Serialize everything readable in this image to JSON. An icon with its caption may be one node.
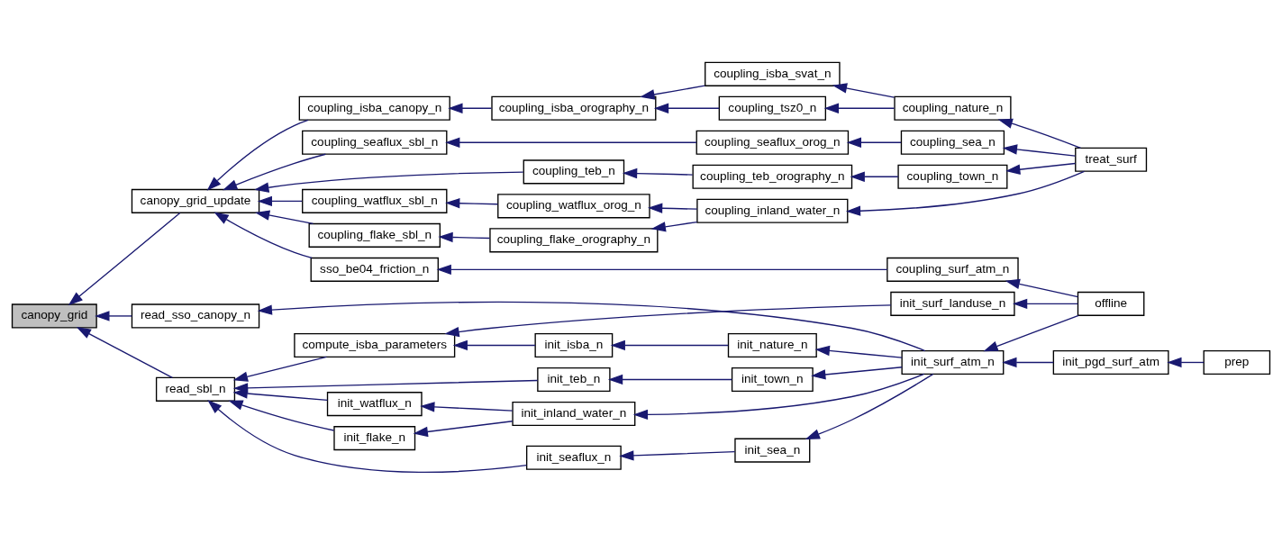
{
  "diagram": {
    "nodes": [
      {
        "text": [
          "canopy_grid"
        ]
      },
      {
        "text": [
          "canopy_grid_update"
        ]
      },
      {
        "text": [
          "read_sbl_n"
        ]
      },
      {
        "text": [
          "read_sso_canopy_n"
        ]
      },
      {
        "text": [
          "coupling_flake_sbl_n"
        ]
      },
      {
        "text": [
          "coupling_watflux_sbl_n"
        ]
      },
      {
        "text": [
          "coupling_isba_canopy_n"
        ]
      },
      {
        "text": [
          "coupling_seaflux_sbl_n"
        ]
      },
      {
        "text": [
          "coupling_teb_n"
        ]
      },
      {
        "text": [
          "sso_be04_friction_n"
        ]
      },
      {
        "text": [
          "coupling_flake_orography_n"
        ]
      },
      {
        "text": [
          "coupling_watflux_orog_n"
        ]
      },
      {
        "text": [
          "coupling_isba_orography_n"
        ]
      },
      {
        "text": [
          "coupling_inland_water_n"
        ]
      },
      {
        "text": [
          "coupling_isba_svat_n"
        ]
      },
      {
        "text": [
          "coupling_tsz0_n"
        ]
      },
      {
        "text": [
          "coupling_nature_n"
        ]
      },
      {
        "text": [
          "coupling_seaflux_orog_n"
        ]
      },
      {
        "text": [
          "coupling_sea_n"
        ]
      },
      {
        "text": [
          "coupling_teb_orography_n"
        ]
      },
      {
        "text": [
          "coupling_town_n"
        ]
      },
      {
        "text": [
          "coupling_surf_atm_n"
        ]
      },
      {
        "text": [
          "treat_surf"
        ]
      },
      {
        "text": [
          "compute_isba_parameters"
        ]
      },
      {
        "text": [
          "init_flake_n"
        ]
      },
      {
        "text": [
          "init_watflux_n"
        ]
      },
      {
        "text": [
          "init_seaflux_n"
        ]
      },
      {
        "text": [
          "init_teb_n"
        ]
      },
      {
        "text": [
          "init_isba_n"
        ]
      },
      {
        "text": [
          "init_inland_water_n"
        ]
      },
      {
        "text": [
          "init_sea_n"
        ]
      },
      {
        "text": [
          "init_town_n"
        ]
      },
      {
        "text": [
          "init_nature_n"
        ]
      },
      {
        "text": [
          "init_surf_landuse_n"
        ]
      },
      {
        "text": [
          "init_surf_atm_n"
        ]
      },
      {
        "text": [
          "offline"
        ]
      },
      {
        "text": [
          "init_pgd_surf_atm"
        ]
      },
      {
        "text": [
          "prep"
        ]
      }
    ],
    "edges": [
      {
        "from": 1,
        "to": 0,
        "arrow": "to"
      },
      {
        "from": 2,
        "to": 0,
        "arrow": "to"
      },
      {
        "from": 3,
        "to": 0,
        "arrow": "to"
      },
      {
        "from": 4,
        "to": 1,
        "arrow": "to"
      },
      {
        "from": 5,
        "to": 1,
        "arrow": "to"
      },
      {
        "from": 6,
        "to": 1,
        "arrow": "to"
      },
      {
        "from": 7,
        "to": 1,
        "arrow": "to"
      },
      {
        "from": 8,
        "to": 1,
        "arrow": "to"
      },
      {
        "from": 9,
        "to": 1,
        "arrow": "to"
      },
      {
        "from": 10,
        "to": 4,
        "arrow": "to"
      },
      {
        "from": 11,
        "to": 5,
        "arrow": "to"
      },
      {
        "from": 12,
        "to": 6,
        "arrow": "to"
      },
      {
        "from": 13,
        "to": 10,
        "arrow": "to"
      },
      {
        "from": 13,
        "to": 11,
        "arrow": "to"
      },
      {
        "from": 14,
        "to": 12,
        "arrow": "to"
      },
      {
        "from": 15,
        "to": 12,
        "arrow": "to"
      },
      {
        "from": 16,
        "to": 14,
        "arrow": "to"
      },
      {
        "from": 16,
        "to": 15,
        "arrow": "to"
      },
      {
        "from": 17,
        "to": 7,
        "arrow": "to"
      },
      {
        "from": 18,
        "to": 17,
        "arrow": "to"
      },
      {
        "from": 19,
        "to": 8,
        "arrow": "to"
      },
      {
        "from": 20,
        "to": 19,
        "arrow": "to"
      },
      {
        "from": 21,
        "to": 9,
        "arrow": "to"
      },
      {
        "from": 22,
        "to": 13,
        "arrow": "to"
      },
      {
        "from": 22,
        "to": 16,
        "arrow": "to"
      },
      {
        "from": 22,
        "to": 18,
        "arrow": "to"
      },
      {
        "from": 22,
        "to": 20,
        "arrow": "to"
      },
      {
        "from": 35,
        "to": 21,
        "arrow": "to"
      },
      {
        "from": 23,
        "to": 2,
        "arrow": "to"
      },
      {
        "from": 24,
        "to": 2,
        "arrow": "to"
      },
      {
        "from": 25,
        "to": 2,
        "arrow": "to"
      },
      {
        "from": 26,
        "to": 2,
        "arrow": "to"
      },
      {
        "from": 27,
        "to": 2,
        "arrow": "to"
      },
      {
        "from": 33,
        "to": 23,
        "arrow": "to"
      },
      {
        "from": 28,
        "to": 23,
        "arrow": "to"
      },
      {
        "from": 32,
        "to": 28,
        "arrow": "to"
      },
      {
        "from": 29,
        "to": 24,
        "arrow": "to"
      },
      {
        "from": 29,
        "to": 25,
        "arrow": "to"
      },
      {
        "from": 34,
        "to": 29,
        "arrow": "to"
      },
      {
        "from": 30,
        "to": 26,
        "arrow": "to"
      },
      {
        "from": 31,
        "to": 27,
        "arrow": "to"
      },
      {
        "from": 34,
        "to": 32,
        "arrow": "to"
      },
      {
        "from": 34,
        "to": 30,
        "arrow": "to"
      },
      {
        "from": 34,
        "to": 31,
        "arrow": "to"
      },
      {
        "from": 34,
        "to": 3,
        "arrow": "to"
      },
      {
        "from": 35,
        "to": 33,
        "arrow": "to"
      },
      {
        "from": 35,
        "to": 34,
        "arrow": "to"
      },
      {
        "from": 36,
        "to": 34,
        "arrow": "to"
      },
      {
        "from": 37,
        "to": 36,
        "arrow": "to"
      }
    ]
  }
}
